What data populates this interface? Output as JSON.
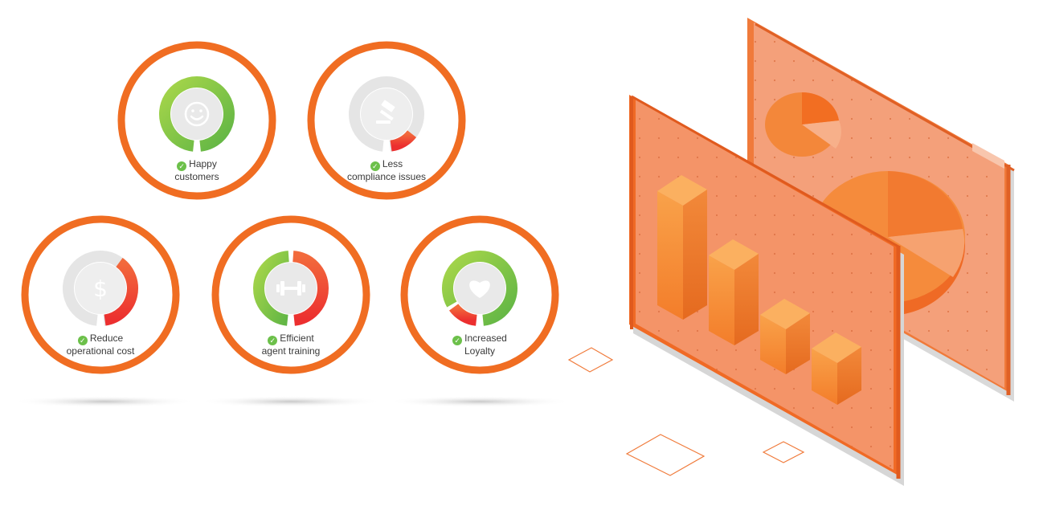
{
  "colors": {
    "ring_orange": "#f06d22",
    "gauge_green": "#7cc242",
    "gauge_red": "#ef3e36",
    "gauge_gray": "#e5e5e5",
    "check_green": "#6cc04a",
    "screen_orange": "#f28a55"
  },
  "badges": [
    {
      "id": "happy",
      "icon": "smiley-icon",
      "line1": "Happy",
      "line2": "customers",
      "level": 0.98
    },
    {
      "id": "compliance",
      "icon": "gavel-icon",
      "line1": "Less",
      "line2": "compliance issues",
      "level": 0.12
    },
    {
      "id": "cost",
      "icon": "dollar-icon",
      "line1": "Reduce",
      "line2": "operational cost",
      "level": 0.38
    },
    {
      "id": "training",
      "icon": "dumbbell-icon",
      "line1": "Efficient",
      "line2": "agent training",
      "level": 0.98
    },
    {
      "id": "loyalty",
      "icon": "heart-icon",
      "line1": "Increased",
      "line2": "Loyalty",
      "level": 0.88
    }
  ]
}
